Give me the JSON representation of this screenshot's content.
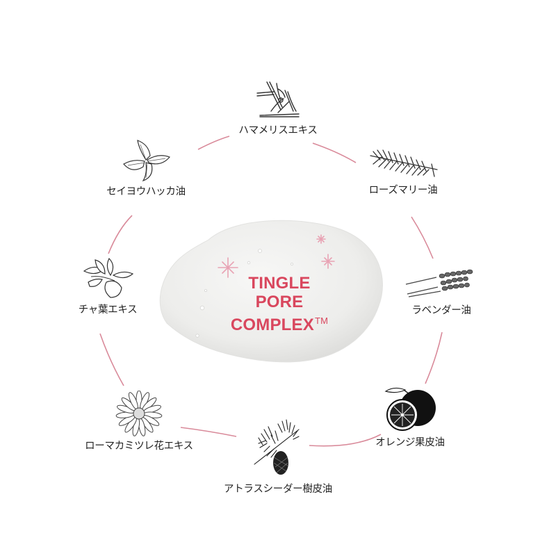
{
  "center": {
    "title_lines": [
      "TINGLE",
      "PORE",
      "COMPLEX"
    ],
    "trademark": "TM",
    "title_color": "#d9475e",
    "sparkle_color": "#e8a3b4"
  },
  "ring": {
    "color": "#d98a9a"
  },
  "ingredients": [
    {
      "id": "witch-hazel",
      "label": "ハマメリスエキス",
      "icon": "witch-hazel-icon"
    },
    {
      "id": "rosemary",
      "label": "ローズマリー油",
      "icon": "rosemary-icon"
    },
    {
      "id": "lavender",
      "label": "ラベンダー油",
      "icon": "lavender-icon"
    },
    {
      "id": "orange",
      "label": "オレンジ果皮油",
      "icon": "orange-icon"
    },
    {
      "id": "atlas-cedar",
      "label": "アトラスシーダー樹皮油",
      "icon": "cedar-icon"
    },
    {
      "id": "chamomile",
      "label": "ローマカミツレ花エキス",
      "icon": "chamomile-icon"
    },
    {
      "id": "tea-leaf",
      "label": "チャ葉エキス",
      "icon": "tea-leaf-icon"
    },
    {
      "id": "peppermint",
      "label": "セイヨウハッカ油",
      "icon": "peppermint-icon"
    }
  ]
}
